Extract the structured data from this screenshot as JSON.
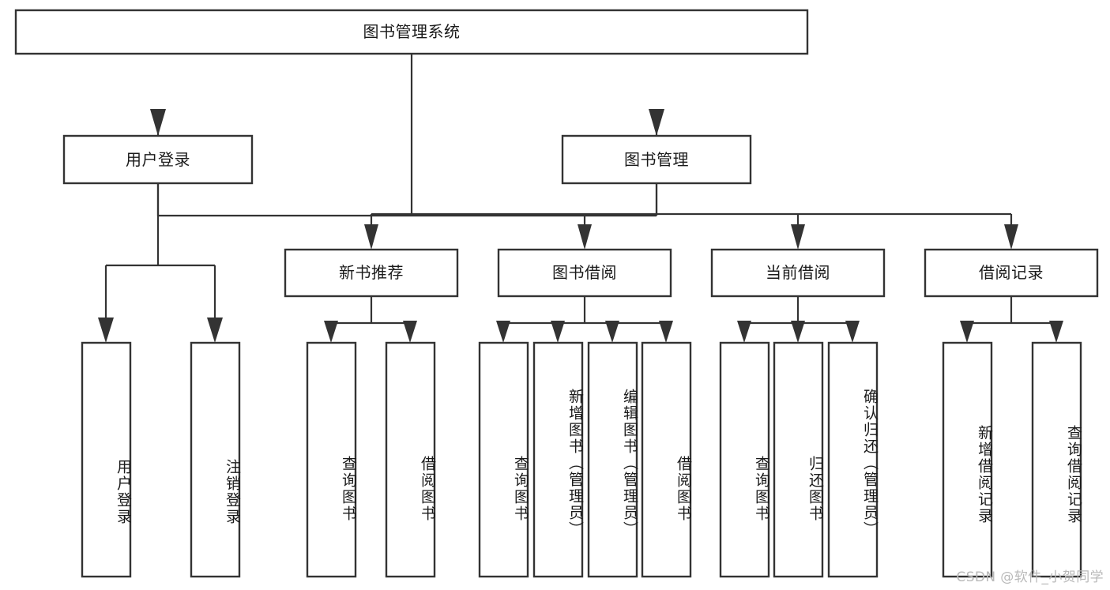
{
  "diagram": {
    "type": "hierarchy-tree",
    "title": "图书管理系统",
    "watermark": "CSDN @软件_小贺同学",
    "colors": {
      "box_stroke": "#333333",
      "box_fill": "#ffffff",
      "connector": "#333333",
      "text": "#1a1a1a",
      "watermark": "#b9b9b9",
      "background": "#ffffff"
    },
    "root": {
      "label": "图书管理系统"
    },
    "level2": [
      {
        "label": "用户登录"
      },
      {
        "label": "图书管理"
      }
    ],
    "level3": [
      {
        "label": "新书推荐"
      },
      {
        "label": "图书借阅"
      },
      {
        "label": "当前借阅"
      },
      {
        "label": "借阅记录"
      }
    ],
    "leaves": {
      "user_login": [
        {
          "label": "用户登录"
        },
        {
          "label": "注销登录"
        }
      ],
      "new_book_recommend": [
        {
          "label": "查询图书"
        },
        {
          "label": "借阅图书"
        }
      ],
      "book_borrow": [
        {
          "label": "查询图书"
        },
        {
          "label": "新增图书（管理员）"
        },
        {
          "label": "编辑图书（管理员）"
        },
        {
          "label": "借阅图书"
        }
      ],
      "current_borrow": [
        {
          "label": "查询图书"
        },
        {
          "label": "归还图书"
        },
        {
          "label": "确认归还（管理员）"
        }
      ],
      "borrow_record": [
        {
          "label": "新增借阅记录"
        },
        {
          "label": "查询借阅记录"
        }
      ]
    }
  }
}
